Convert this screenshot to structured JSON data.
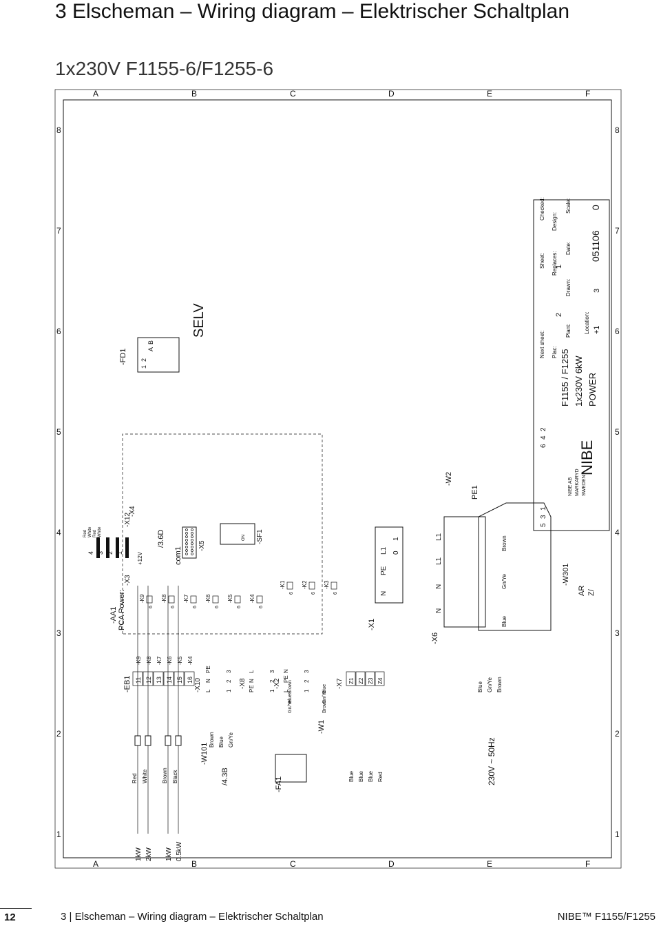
{
  "header": {
    "title": "3 Elscheman – Wiring diagram – Elektrischer Schaltplan",
    "subtitle": "1x230V F1155-6/F1255-6"
  },
  "frame": {
    "cols": [
      "A",
      "B",
      "C",
      "D",
      "E",
      "F"
    ],
    "rows": [
      "1",
      "2",
      "3",
      "4",
      "5",
      "6",
      "7",
      "8"
    ]
  },
  "heaters": {
    "ref": "-EB1",
    "ratings": [
      "1kW",
      "2kW",
      "1kW",
      "0.5kW"
    ],
    "colors": [
      "Red",
      "White",
      "Brown",
      "Black"
    ]
  },
  "board": {
    "ref": "-AA1",
    "name": "PCA Power:",
    "x3": "-X3",
    "x3_pins": [
      "11",
      "12",
      "13",
      "14",
      "15",
      "16"
    ],
    "x3_relays": [
      "-K9",
      "-K8",
      "-K7",
      "-K6",
      "-K5",
      "-K4"
    ],
    "relays": [
      "-K9",
      "-K8",
      "-K7",
      "-K6",
      "-K5",
      "-K4",
      "-K1",
      "-K2",
      "-K3"
    ],
    "relay_pin": "6",
    "x12": "-X12",
    "x12_pins": [
      "4",
      "3",
      "2",
      "1"
    ],
    "x12_label": "+12V",
    "x4": "-X4",
    "x5": "-X5",
    "com": "com1",
    "ref_360": "/3.6D",
    "sf1": "-SF1",
    "sf1_pin": "ON",
    "top_wire_colors": [
      "Red",
      "White",
      "Red",
      "White"
    ]
  },
  "fd1": {
    "ref": "-FD1",
    "pins": [
      "1",
      "2",
      "A",
      "B"
    ]
  },
  "selv": "SELV",
  "x10": {
    "ref": "-X10",
    "pins": [
      "L",
      "N",
      "PE"
    ],
    "nums": [
      "1",
      "2",
      "3"
    ]
  },
  "w101": {
    "ref": "-W101",
    "ref2": "/4.3B",
    "colors": [
      "Brown",
      "Blue",
      "Gn/Ye"
    ]
  },
  "x8": {
    "ref": "-X8",
    "pins": [
      "PE",
      "N",
      "L"
    ],
    "nums": [
      "1",
      "2",
      "3"
    ],
    "colors": [
      "Gn/Ye",
      "Blue",
      "Brown"
    ]
  },
  "x2": {
    "ref": "-X2",
    "pins": [
      "L",
      "PE",
      "N"
    ],
    "nums": [
      "1",
      "2",
      "3"
    ],
    "colors": [
      "Brown",
      "Gn/Ye",
      "Blue"
    ]
  },
  "fa1": {
    "ref": "-FA1"
  },
  "w1": {
    "ref": "-W1"
  },
  "x7": {
    "ref": "-X7",
    "pins": [
      "Z1",
      "Z2",
      "Z3",
      "Z4"
    ],
    "colors": [
      "Blue",
      "Blue",
      "Blue",
      "Red"
    ]
  },
  "x1": {
    "ref": "-X1",
    "cols": [
      "N",
      "PE",
      "L1"
    ],
    "row2": [
      "0",
      "1"
    ]
  },
  "x6": {
    "ref": "-X6",
    "labels": [
      "N",
      "N",
      "L1",
      "L1"
    ]
  },
  "w2": {
    "ref": "-W2",
    "pe": "PE1"
  },
  "w301": {
    "ref": "-W301",
    "colors": [
      "Blue",
      "Gn/Ye",
      "Brown"
    ],
    "mark": "AR",
    "mark2": "Z/"
  },
  "supply": {
    "text": "230V ~ 50Hz",
    "colors": [
      "Blue",
      "Gn/Ye",
      "Brown"
    ]
  },
  "title_block": {
    "next_sheet_label": "Next sheet:",
    "next_sheet": "2",
    "sheet_label": "Sheet:",
    "sheet": "1",
    "checked_label": "Checked:",
    "plac_label": "Plac:",
    "replaces_label": "Replaces:",
    "design_label": "Design:",
    "plant_label": "Plant:",
    "drawn_label": "Drawn:",
    "date_label": "Date:",
    "scale_label": "Scale:",
    "location_label": "Location:",
    "location": "+1",
    "drawn": "3",
    "date": "051106",
    "scale": "0",
    "rev_left": [
      "5",
      "3",
      "1"
    ],
    "rev_right": [
      "6",
      "4",
      "2"
    ],
    "model": "F1155 / F1255",
    "power": "1x230V 6kW",
    "kind": "POWER",
    "logo": "NIBE",
    "company": [
      "NIBE AB",
      "MARKARYD",
      "SWEDEN"
    ]
  },
  "footer": {
    "page_number": "12",
    "section": "3 | Elscheman – Wiring diagram – Elektrischer Schaltplan",
    "brand": "NIBE™ F1155/F1255"
  }
}
